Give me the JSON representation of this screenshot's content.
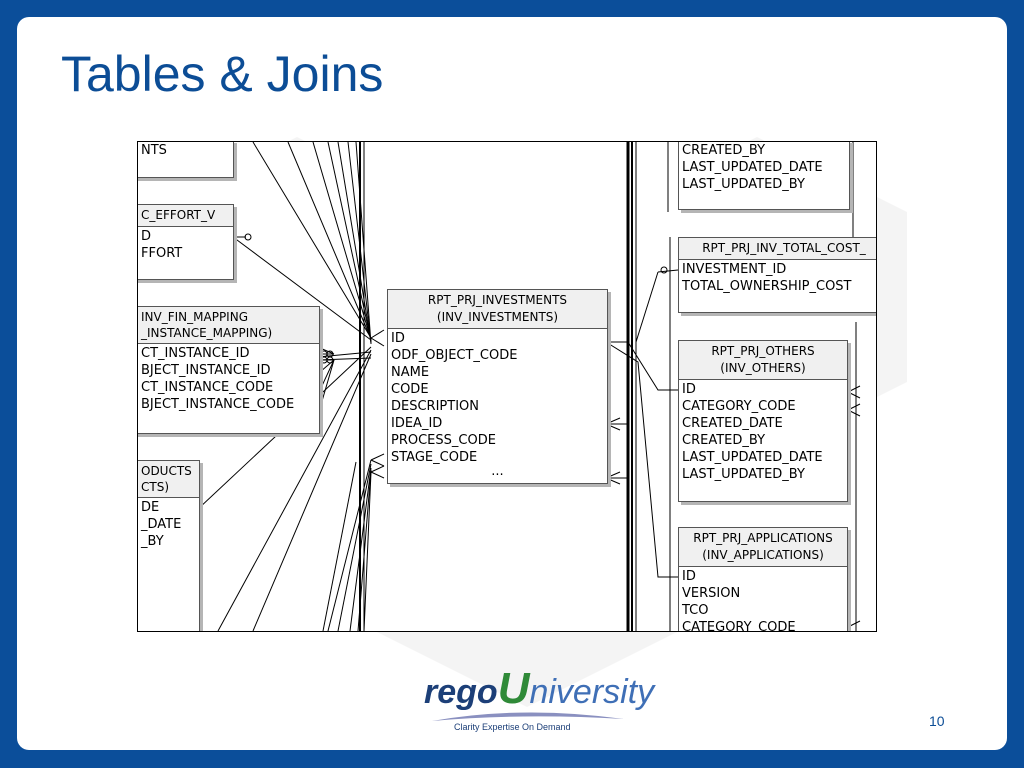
{
  "slide": {
    "title": "Tables & Joins",
    "page_number": "10"
  },
  "logo": {
    "text_rego": "rego",
    "text_u": "U",
    "text_niversity": "niversity",
    "tagline": "Clarity Expertise On Demand"
  },
  "entities": {
    "nts": {
      "header": "NTS"
    },
    "effort": {
      "header": "C_EFFORT_V",
      "fields": [
        "D",
        "FFORT"
      ]
    },
    "fin_mapping": {
      "header_line1": "INV_FIN_MAPPING",
      "header_line2": "_INSTANCE_MAPPING)",
      "fields": [
        "CT_INSTANCE_ID",
        "BJECT_INSTANCE_ID",
        "CT_INSTANCE_CODE",
        "BJECT_INSTANCE_CODE"
      ]
    },
    "products": {
      "header_line1": "ODUCTS",
      "header_line2": "CTS)",
      "fields": [
        "",
        "",
        "DE",
        "",
        "_DATE",
        "_BY"
      ]
    },
    "investments": {
      "header_line1": "RPT_PRJ_INVESTMENTS",
      "header_line2": "(INV_INVESTMENTS)",
      "fields": [
        "ID",
        "ODF_OBJECT_CODE",
        "NAME",
        "CODE",
        "DESCRIPTION",
        "IDEA_ID",
        "PROCESS_CODE",
        "STAGE_CODE"
      ],
      "more": "..."
    },
    "top_right": {
      "fields": [
        "CREATED_BY",
        "LAST_UPDATED_DATE",
        "LAST_UPDATED_BY"
      ]
    },
    "total_cost": {
      "header": "RPT_PRJ_INV_TOTAL_COST_",
      "fields": [
        "INVESTMENT_ID",
        "TOTAL_OWNERSHIP_COST"
      ]
    },
    "others": {
      "header_line1": "RPT_PRJ_OTHERS",
      "header_line2": "(INV_OTHERS)",
      "fields": [
        "ID",
        "CATEGORY_CODE",
        "CREATED_DATE",
        "CREATED_BY",
        "LAST_UPDATED_DATE",
        "LAST_UPDATED_BY"
      ]
    },
    "applications": {
      "header_line1": "RPT_PRJ_APPLICATIONS",
      "header_line2": "(INV_APPLICATIONS)",
      "fields": [
        "ID",
        "VERSION",
        "TCO",
        "CATEGORY_CODE"
      ]
    }
  }
}
